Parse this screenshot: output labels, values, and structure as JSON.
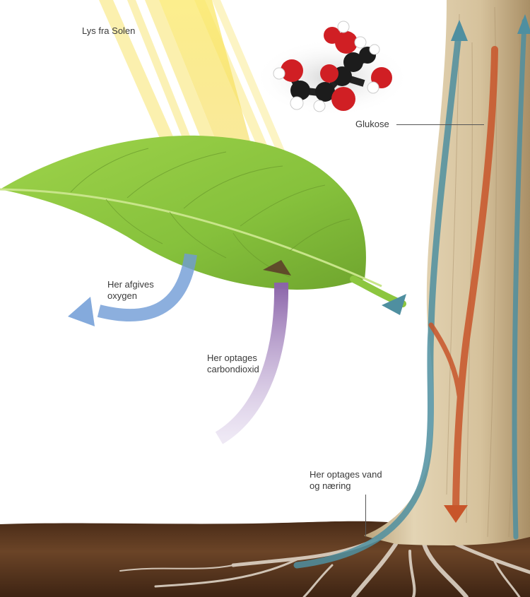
{
  "labels": {
    "sunlight": "Lys fra Solen",
    "glucose": "Glukose",
    "oxygen_line1": "Her afgives",
    "oxygen_line2": "oxygen",
    "co2_line1": "Her optages",
    "co2_line2": "carbondioxid",
    "water_line1": "Her optages vand",
    "water_line2": "og næring"
  },
  "colors": {
    "sunlight": "#f7e24a",
    "leaf": "#8cc63f",
    "oxygen_arrow": "#6f9bd6",
    "co2_arrow": "#8a63a8",
    "water_flow": "#4f8fa0",
    "sugar_flow": "#c8552a",
    "trunk": "#d8c6a2",
    "soil": "#5a3820"
  },
  "icons": [
    "sun-rays",
    "glucose-molecule",
    "leaf",
    "tree-trunk",
    "roots"
  ]
}
